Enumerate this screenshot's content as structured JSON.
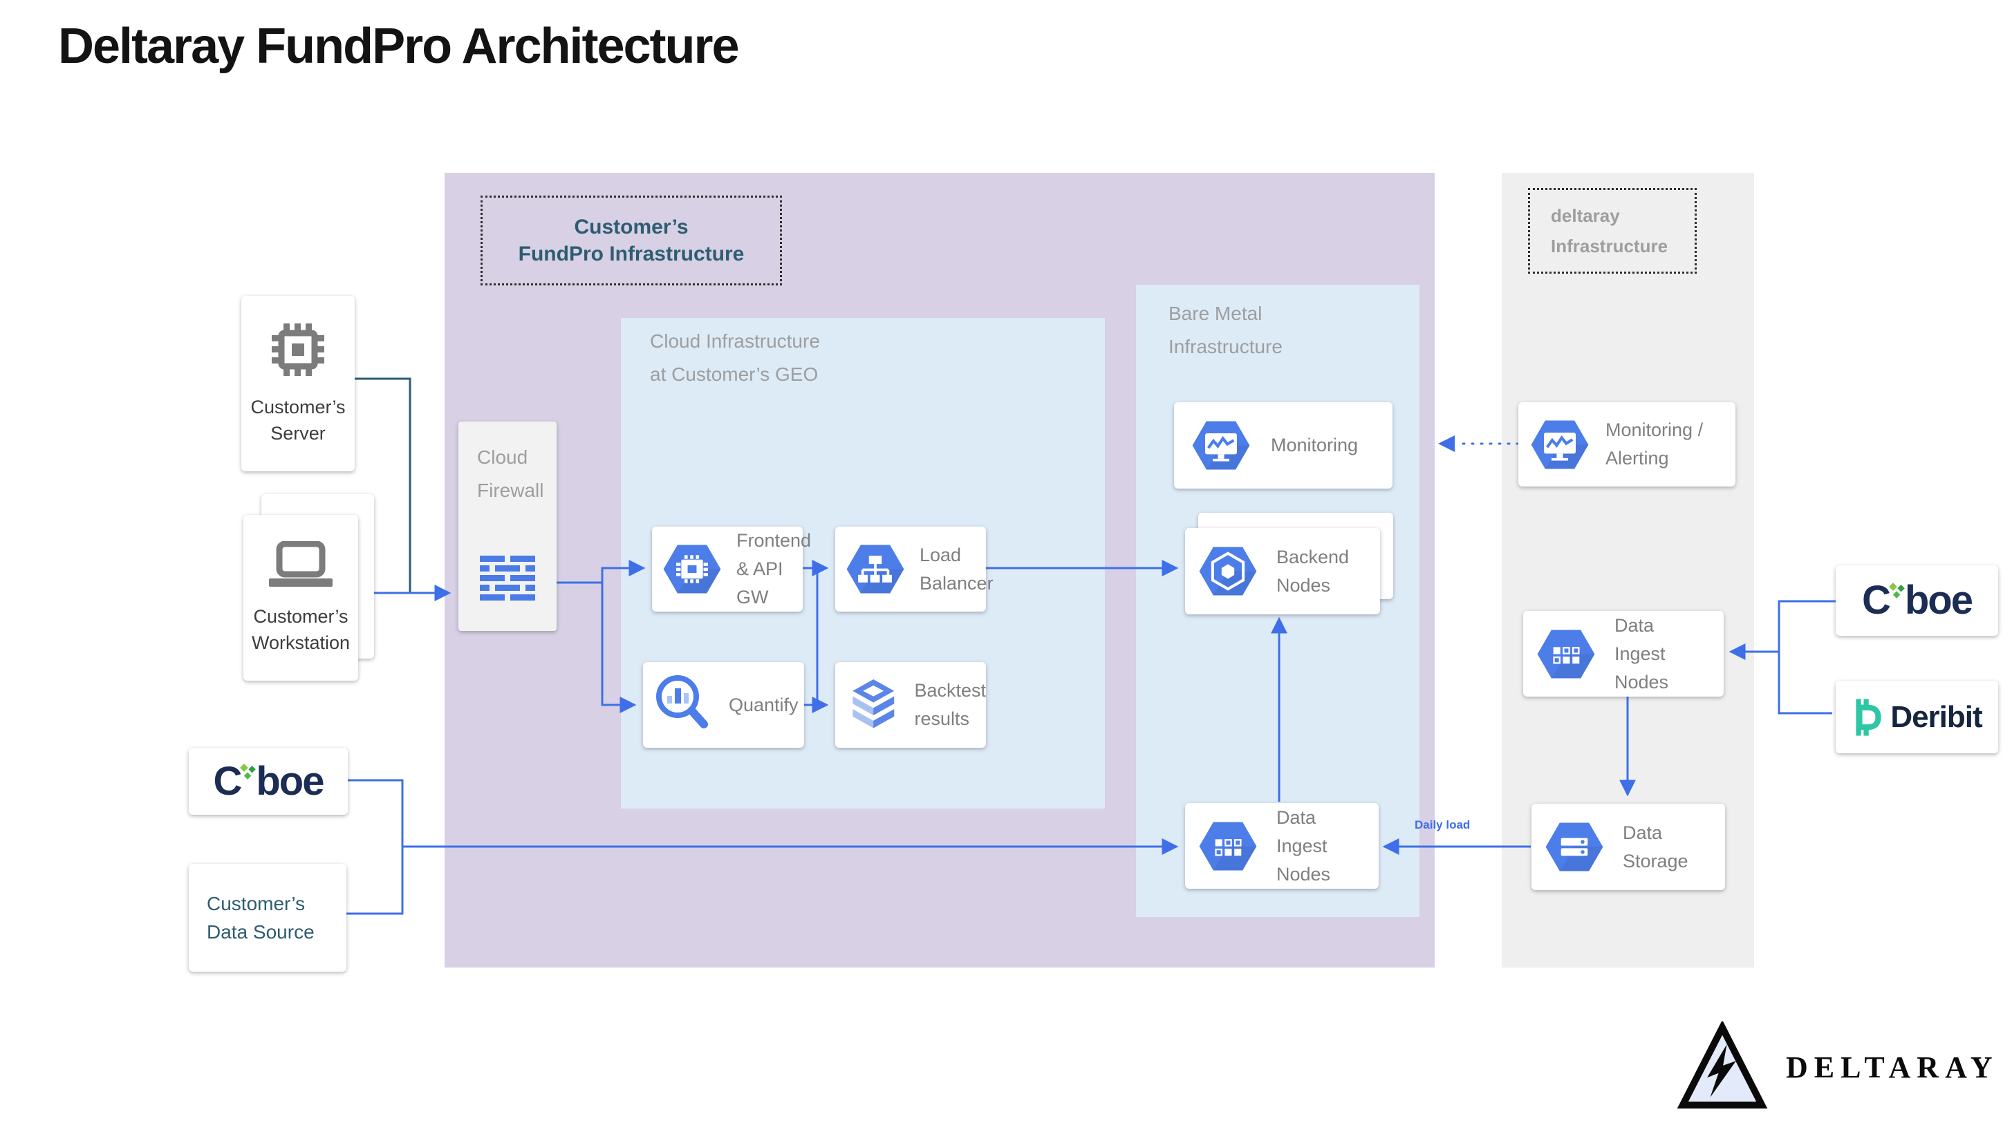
{
  "title": "Deltaray FundPro Architecture",
  "containers": {
    "customer_infra": {
      "label": "Customer’s\nFundPro Infrastructure"
    },
    "cloud_infra": {
      "label": "Cloud Infrastructure\nat Customer’s GEO"
    },
    "bare_metal": {
      "label": "Bare Metal\nInfrastructure"
    },
    "deltaray_infra": {
      "label": "deltaray\nInfrastructure"
    }
  },
  "nodes": {
    "customers_server": {
      "label": "Customer’s\nServer",
      "icon": "chip-icon"
    },
    "customers_workstation": {
      "label": "Customer’s\nWorkstation",
      "icon": "laptop-icon"
    },
    "cloud_firewall": {
      "label": "Cloud\nFirewall",
      "icon": "firewall-bricks-icon"
    },
    "frontend_api_gw": {
      "label": "Frontend\n& API GW",
      "icon": "compute-hexagon-icon"
    },
    "load_balancer": {
      "label": "Load\nBalancer",
      "icon": "load-balancer-hexagon-icon"
    },
    "quantify": {
      "label": "Quantify",
      "icon": "magnifier-chart-icon"
    },
    "backtest_results": {
      "label": "Backtest\nresults",
      "icon": "layers-icon"
    },
    "monitoring": {
      "label": "Monitoring",
      "icon": "monitoring-hexagon-icon"
    },
    "backend_nodes": {
      "label": "Backend\nNodes",
      "icon": "cluster-hexagon-icon"
    },
    "data_ingest_bare_metal": {
      "label": "Data\nIngest\nNodes",
      "icon": "grid-hexagon-icon"
    },
    "monitoring_alerting": {
      "label": "Monitoring /\nAlerting",
      "icon": "monitoring-hexagon-icon"
    },
    "data_ingest_deltaray": {
      "label": "Data\nIngest\nNodes",
      "icon": "grid-hexagon-icon"
    },
    "data_storage": {
      "label": "Data\nStorage",
      "icon": "storage-hexagon-icon"
    },
    "customers_data_source": {
      "label": "Customer’s\nData Source"
    }
  },
  "logos": {
    "cboe": {
      "c": "C",
      "rest": "boe"
    },
    "deribit": {
      "text": "Deribit"
    },
    "deltaray": {
      "text": "DELTARAY"
    }
  },
  "edges": {
    "daily_load_label": "Daily load"
  },
  "colors": {
    "accent_blue": "#3e6fe8",
    "hexagon_blue": "#4c7de8",
    "teal_text": "#2e5c70",
    "teal_line": "#2b5d74",
    "node_label_gray": "#7f7f7f",
    "container_label_gray": "#9e9e9e",
    "purple_bg": "#d8d0e5",
    "light_blue_bg": "#ddebf7",
    "gray_bg": "#efefef",
    "cboe_navy": "#1b2d55",
    "cboe_green": "#50b848",
    "deribit_teal": "#2fc6a7"
  }
}
